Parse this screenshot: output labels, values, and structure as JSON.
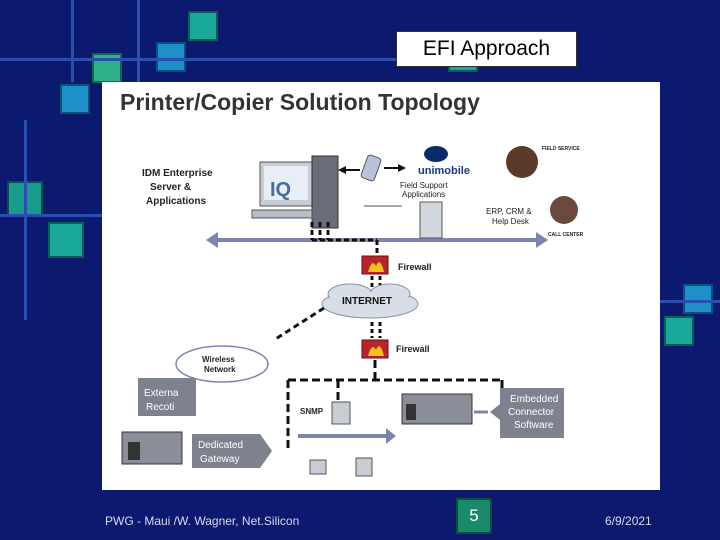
{
  "slide": {
    "title": "EFI Approach",
    "footer_left": "PWG - Maui /W. Wagner, Net.Silicon",
    "page_number": "5",
    "date": "6/9/2021"
  },
  "diagram": {
    "heading": "Printer/Copier Solution Topology",
    "server_label_1": "IDM Enterprise",
    "server_label_2": "Server &",
    "server_label_3": "Applications",
    "iq_logo": "IQ",
    "unimobile_logo": "unimobile",
    "field_support_1": "Field Support",
    "field_support_2": "Applications",
    "erp_1": "ERP, CRM &",
    "erp_2": "Help Desk",
    "field_service": "FIELD SERVICE",
    "call_center": "CALL CENTER",
    "firewall_top": "Firewall",
    "internet": "INTERNET",
    "firewall_bottom": "Firewall",
    "wireless_1": "Wireless",
    "wireless_2": "Network",
    "external_1": "Externa",
    "external_2": "Recoti",
    "snmp": "SNMP",
    "embedded_1": "Embedded",
    "embedded_2": "Connector",
    "embedded_3": "Software",
    "gateway_1": "Dedicated",
    "gateway_2": "Gateway"
  },
  "colors": {
    "background": "#0b1a6e",
    "accent_teal": "#1aa89a",
    "accent_blue": "#1e8fc8",
    "firewall": "#b8242a"
  }
}
